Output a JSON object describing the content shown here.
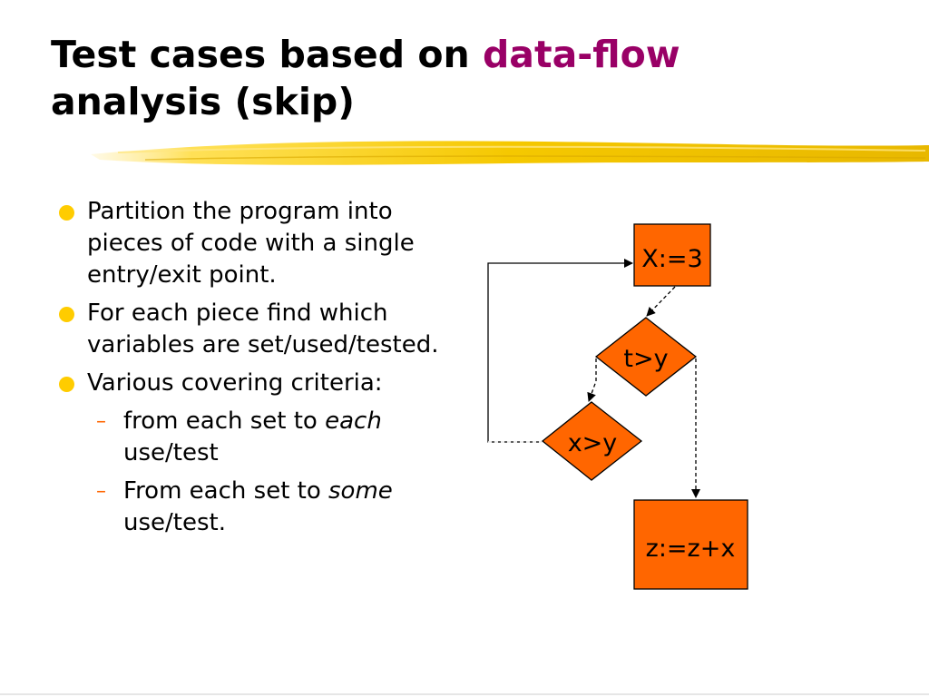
{
  "slide": {
    "title_part1": "Test cases based on ",
    "title_accent": "data-flow",
    "title_part2": "analysis (skip)",
    "accent_color": "#990066",
    "bullet_color": "#ffcc00",
    "dash_color": "#ff6600"
  },
  "bullets": [
    {
      "text": "Partition the program into pieces of code with a single entry/exit point."
    },
    {
      "text": "For each piece find which variables are set/used/tested."
    },
    {
      "text": "Various covering criteria:"
    }
  ],
  "sub_bullets": [
    {
      "prefix": "from each set to ",
      "emphasis": "each",
      "suffix": " use/test"
    },
    {
      "prefix": "From each set to ",
      "emphasis": "some",
      "suffix": " use/test."
    }
  ],
  "diagram": {
    "node_color": "#ff6600",
    "nodes": {
      "assign_x": "X:=3",
      "cond_t_gt_y": "t>y",
      "cond_x_gt_y": "x>y",
      "assign_z": "z:=z+x"
    }
  }
}
